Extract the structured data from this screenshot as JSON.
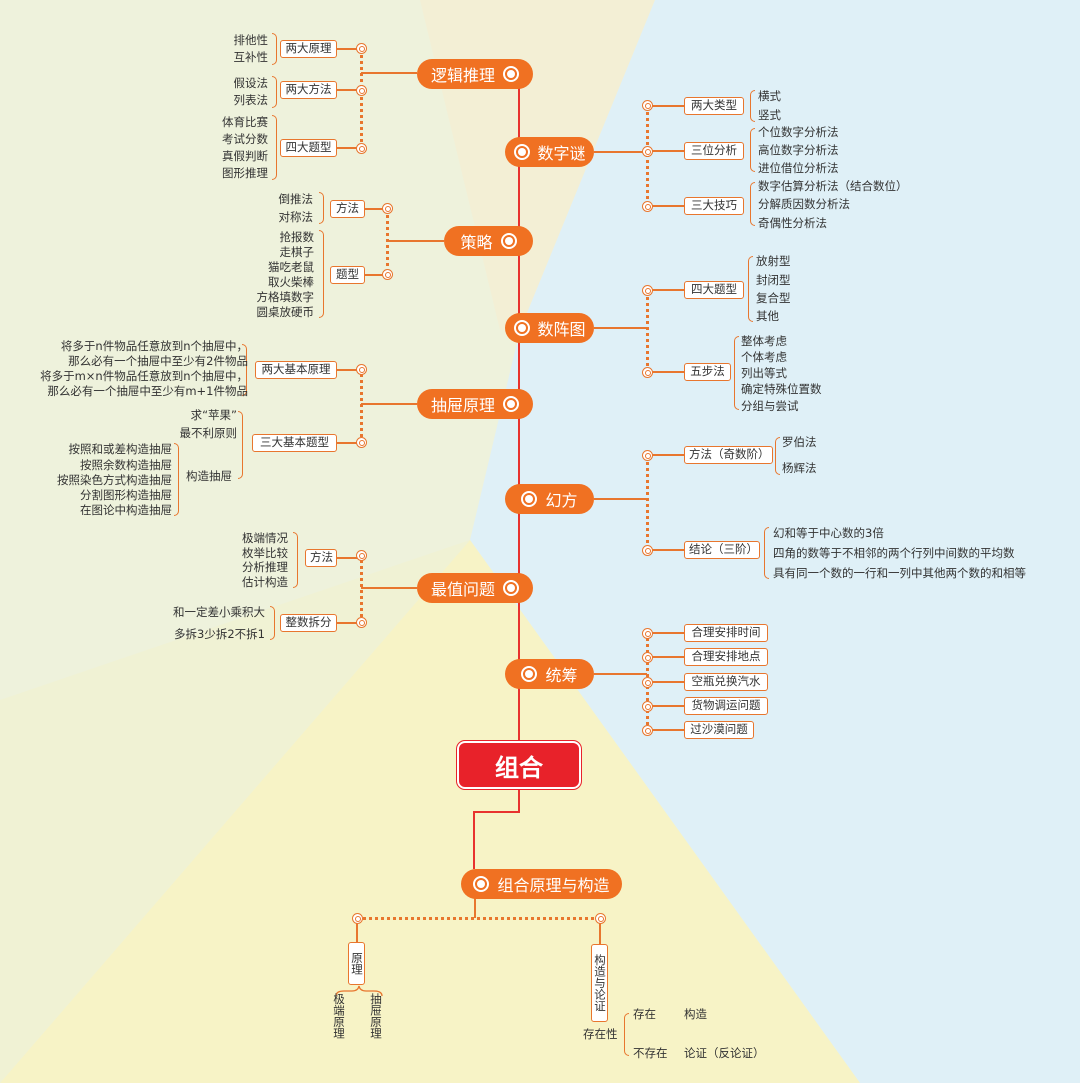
{
  "colors": {
    "accent": "#f07122",
    "root": "#e8222a",
    "line": "#e8322e"
  },
  "root": "组合",
  "branches": {
    "logic": {
      "label": "逻辑推理",
      "subs": [
        {
          "label": "两大原理",
          "items": [
            "排他性",
            "互补性"
          ]
        },
        {
          "label": "两大方法",
          "items": [
            "假设法",
            "列表法"
          ]
        },
        {
          "label": "四大题型",
          "items": [
            "体育比赛",
            "考试分数",
            "真假判断",
            "图形推理"
          ]
        }
      ]
    },
    "digit": {
      "label": "数字谜",
      "subs": [
        {
          "label": "两大类型",
          "items": [
            "横式",
            "竖式"
          ]
        },
        {
          "label": "三位分析",
          "items": [
            "个位数字分析法",
            "高位数字分析法",
            "进位借位分析法"
          ]
        },
        {
          "label": "三大技巧",
          "items": [
            "数字估算分析法（结合数位）",
            "分解质因数分析法",
            "奇偶性分析法"
          ]
        }
      ]
    },
    "strategy": {
      "label": "策略",
      "subs": [
        {
          "label": "方法",
          "items": [
            "倒推法",
            "对称法"
          ]
        },
        {
          "label": "题型",
          "items": [
            "抢报数",
            "走棋子",
            "猫吃老鼠",
            "取火柴棒",
            "方格填数字",
            "圆桌放硬币"
          ]
        }
      ]
    },
    "array": {
      "label": "数阵图",
      "subs": [
        {
          "label": "四大题型",
          "items": [
            "放射型",
            "封闭型",
            "复合型",
            "其他"
          ]
        },
        {
          "label": "五步法",
          "items": [
            "整体考虑",
            "个体考虑",
            "列出等式",
            "确定特殊位置数",
            "分组与尝试"
          ]
        }
      ]
    },
    "drawer": {
      "label": "抽屉原理",
      "subs": [
        {
          "label": "两大基本原理",
          "items": [
            "将多于n件物品任意放到n个抽屉中，",
            "那么必有一个抽屉中至少有2件物品",
            "将多于m×n件物品任意放到n个抽屉中，",
            "那么必有一个抽屉中至少有m+1件物品"
          ]
        },
        {
          "label": "三大基本题型",
          "items": [
            "求“苹果”",
            "最不利原则",
            "构造抽屉"
          ],
          "construct": [
            "按照和或差构造抽屉",
            "按照余数构造抽屉",
            "按照染色方式构造抽屉",
            "分割图形构造抽屉",
            "在图论中构造抽屉"
          ]
        }
      ]
    },
    "magic": {
      "label": "幻方",
      "subs": [
        {
          "label": "方法（奇数阶）",
          "items": [
            "罗伯法",
            "杨辉法"
          ]
        },
        {
          "label": "结论（三阶）",
          "items": [
            "幻和等于中心数的3倍",
            "四角的数等于不相邻的两个行列中间数的平均数",
            "具有同一个数的一行和一列中其他两个数的和相等"
          ]
        }
      ]
    },
    "extreme": {
      "label": "最值问题",
      "subs": [
        {
          "label": "方法",
          "items": [
            "极端情况",
            "枚举比较",
            "分析推理",
            "估计构造"
          ]
        },
        {
          "label": "整数拆分",
          "items": [
            "和一定差小乘积大",
            "多拆3少拆2不拆1"
          ]
        }
      ]
    },
    "plan": {
      "label": "统筹",
      "subs": [
        "合理安排时间",
        "合理安排地点",
        "空瓶兑换汽水",
        "货物调运问题",
        "过沙漠问题"
      ]
    },
    "construct": {
      "label": "组合原理与构造",
      "principle": {
        "label": "原理",
        "items": [
          "极端原理",
          "抽屉原理"
        ]
      },
      "proof": {
        "label": "构造与论证",
        "key": "存在性",
        "items": [
          {
            "a": "存在",
            "b": "构造"
          },
          {
            "a": "不存在",
            "b": "论证（反论证）"
          }
        ]
      }
    }
  }
}
